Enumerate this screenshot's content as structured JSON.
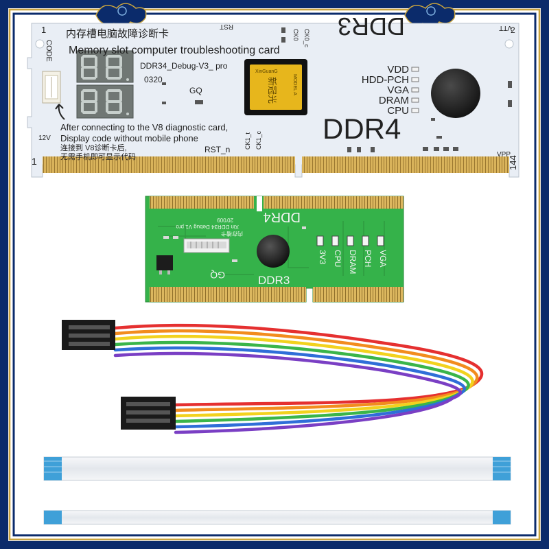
{
  "white_card": {
    "title_cn": "内存槽电脑故障诊断卡",
    "title_en": "Memory slot computer troubleshooting card",
    "model": "DDR34_Debug-V3_ pro",
    "date": "0320",
    "gq": "GQ",
    "rst": "RST",
    "rst_n": "RST_n",
    "clk0": "CK0",
    "clk0c": "CK0_c",
    "clk1_t": "CK1_t",
    "clk1_c": "CK1_c",
    "ddr3": "DDR3",
    "ddr4": "DDR4",
    "vtt": "VTT",
    "vpp": "VPP",
    "code": "CODE",
    "pin_1_top": "1",
    "pin_1_bottom": "1",
    "pin_2": "2",
    "pin_144": "144",
    "v12": "12V",
    "leds": [
      "VDD",
      "HDD-PCH",
      "VGA",
      "DRAM",
      "CPU"
    ],
    "note_en_1": "After connecting to the  V8  diagnostic card,",
    "note_en_2": "Display code without mobile phone",
    "note_cn_1": "连接到 V8诊断卡后,",
    "note_cn_2": "无需手机即可显示代码",
    "chip_brand": "XinGuanG",
    "chip_name": "新冠光",
    "chip_model": "MODEL A"
  },
  "green_card": {
    "ddr4": "DDR4",
    "ddr3": "DDR3",
    "gq": "GQ",
    "date": "20'009",
    "model": "Xin DDR34 Debug V1 pro",
    "cn": "内存槽卡",
    "leds": [
      "3V3",
      "CPU",
      "DRAM",
      "PCH",
      "VGA"
    ]
  },
  "colors": {
    "frame": "#0b2b6b",
    "frame_gold": "#c9a43e",
    "white_pcb": "#e9eef5",
    "green_pcb": "#35b24a",
    "gold_fingers": "#d8b35a",
    "ribbon_tip": "#3fa0d8"
  }
}
